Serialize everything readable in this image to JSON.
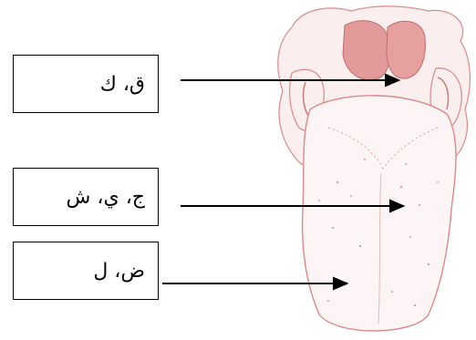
{
  "labels": [
    {
      "text": "ق، ك",
      "region": "back of tongue"
    },
    {
      "text": "ج، ي، ش",
      "region": "middle of tongue"
    },
    {
      "text": "ض، ل",
      "region": "side of tongue"
    }
  ],
  "colors": {
    "tongue_outline": "#d98a8a",
    "tongue_fill": "#fdf2f2",
    "tonsil_fill": "#e39a9a",
    "arrow": "#000000"
  }
}
